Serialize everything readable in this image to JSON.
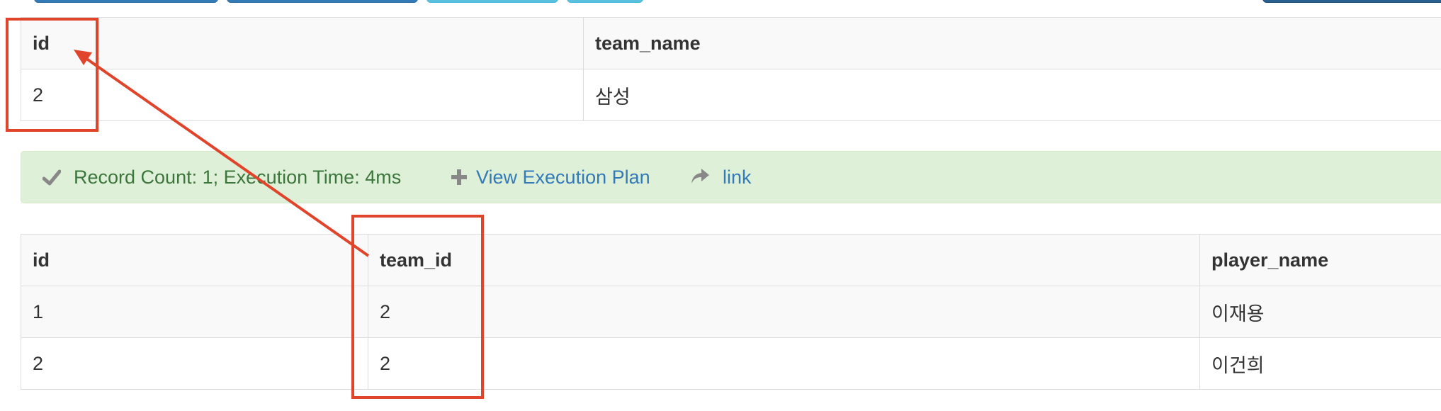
{
  "colors": {
    "annotation": "#e0442b",
    "success_bg": "#dff0d8",
    "success_text": "#3c763d",
    "link": "#337ab7",
    "header_bg": "#f9f9f9",
    "border": "#dddddd"
  },
  "team_table": {
    "headers": [
      "id",
      "team_name"
    ],
    "rows": [
      [
        "2",
        "삼성"
      ]
    ]
  },
  "result_bar": {
    "status_icon": "ok-icon",
    "status_text": "Record Count: 1; Execution Time: 4ms",
    "plan_icon": "plus-icon",
    "plan_label": "View Execution Plan",
    "link_icon": "share-icon",
    "link_label": "link"
  },
  "player_table": {
    "headers": [
      "id",
      "team_id",
      "player_name"
    ],
    "rows": [
      [
        "1",
        "2",
        "이재용"
      ],
      [
        "2",
        "2",
        "이건희"
      ]
    ]
  }
}
